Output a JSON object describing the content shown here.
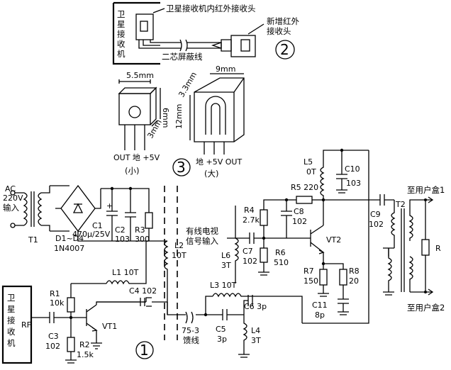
{
  "top": {
    "box_label": [
      "卫",
      "星",
      "接",
      "收",
      "机"
    ],
    "internal_ir_label": "卫星接收机内红外接收头",
    "new_ir_label_1": "新增红外",
    "new_ir_label_2": "接收头",
    "cable_label": "二芯屏蔽线",
    "marker": "2"
  },
  "small_head": {
    "width_dim": "5.5mm",
    "height_dim": "6mm",
    "depth_dim": "3mm",
    "pins": "OUT 地 +5V",
    "size_label": "(小)"
  },
  "large_head": {
    "width_dim": "9mm",
    "depth_dim": "3.3mm",
    "height_dim": "12mm",
    "pins": "地 +5V OUT",
    "size_label": "(大)"
  },
  "marker3": "3",
  "circuit1": {
    "ac_label": [
      "AC",
      "220V",
      "输入"
    ],
    "T1": "T1",
    "C1_name": "C1",
    "C1_value": "470μ/25V",
    "C2_name": "C2",
    "C2_value": "103",
    "R3_name": "R3",
    "R3_value": "300",
    "diodes": "D1~D4",
    "diode_model": "1N4007",
    "L2_name": "L2",
    "L2_value": "10T",
    "L1_label": "L1   10T",
    "C4_label": "C4   102",
    "R1_name": "R1",
    "R1_value": "10k",
    "VT1": "VT1",
    "receiver_label": [
      "卫",
      "星",
      "接",
      "收",
      "机"
    ],
    "RF": "RF",
    "C3_name": "C3",
    "C3_value": "102",
    "R2_name": "R2",
    "R2_value": "1.5k",
    "marker": "1",
    "feed_1": "75-3",
    "feed_2": "馈线"
  },
  "circuit2": {
    "cable_in_1": "有线电视",
    "cable_in_2": "信号输入",
    "R4_name": "R4",
    "R4_value": "2.7k",
    "R5_label": "R5   220",
    "C8_name": "C8",
    "C8_value": "102",
    "L5_name": "L5",
    "L5_value": "0T",
    "C10_name": "C10",
    "C10_value": "103",
    "C7_name": "C7",
    "C7_value": "102",
    "R6_name": "R6",
    "R6_value": "510",
    "L6_name": "L6",
    "L6_value": "3T",
    "VT2": "VT2",
    "R7_name": "R7",
    "R7_value": "150",
    "R8_name": "R8",
    "R8_value": "20",
    "C11_name": "C11",
    "C11_value": "8p",
    "L3_label": "L3   10T",
    "C6_label": "C6    3p",
    "C5_name": "C5",
    "C5_value": "3p",
    "L4_name": "L4",
    "L4_value": "3T",
    "C9_name": "C9",
    "C9_value": "102",
    "T2": "T2",
    "R": "R",
    "out1": "至用户盒1",
    "out2": "至用户盒2"
  }
}
